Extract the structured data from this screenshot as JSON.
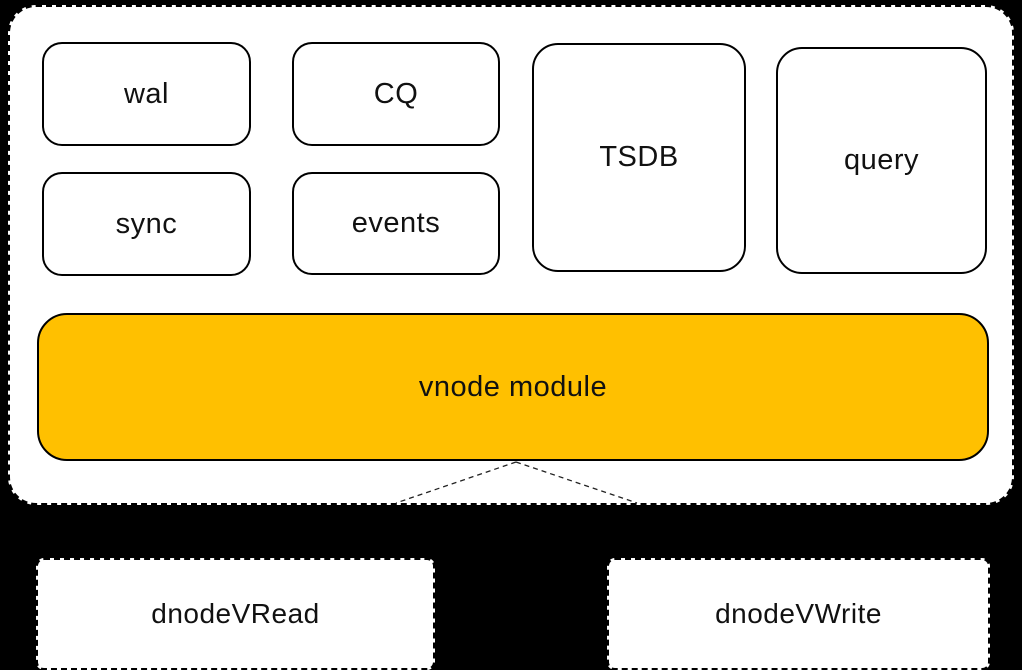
{
  "colors": {
    "background": "#000000",
    "panel_fill": "#FFFFFF",
    "box_fill": "#FFFFFF",
    "vnode_fill": "#FFC000",
    "border": "#000000",
    "text": "#111111"
  },
  "vnode_container": {
    "modules": {
      "wal": "wal",
      "cq": "CQ",
      "sync": "sync",
      "events": "events",
      "tsdb": "TSDB",
      "query": "query"
    },
    "vnode_module": {
      "label": "vnode module"
    }
  },
  "dnode_boxes": {
    "read": "dnodeVRead",
    "write": "dnodeVWrite"
  }
}
